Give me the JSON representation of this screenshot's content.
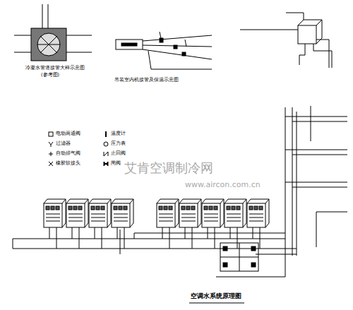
{
  "diagram": {
    "title": "空调水系统原理图",
    "labels": [
      "冷凝水管道接管大样示意图",
      "(参考图)",
      "吊装室内机接管及保温示意图",
      "艾肯空调制冷网",
      "www.aircon.com.cn"
    ],
    "legend": [
      {
        "text": "电动两通阀"
      },
      {
        "text": "过滤器"
      },
      {
        "text": "自动排气阀"
      },
      {
        "text": "橡胶软接头"
      },
      {
        "text": "温度计"
      },
      {
        "text": "压力表"
      },
      {
        "text": "止回阀"
      },
      {
        "text": "闸阀"
      }
    ]
  }
}
